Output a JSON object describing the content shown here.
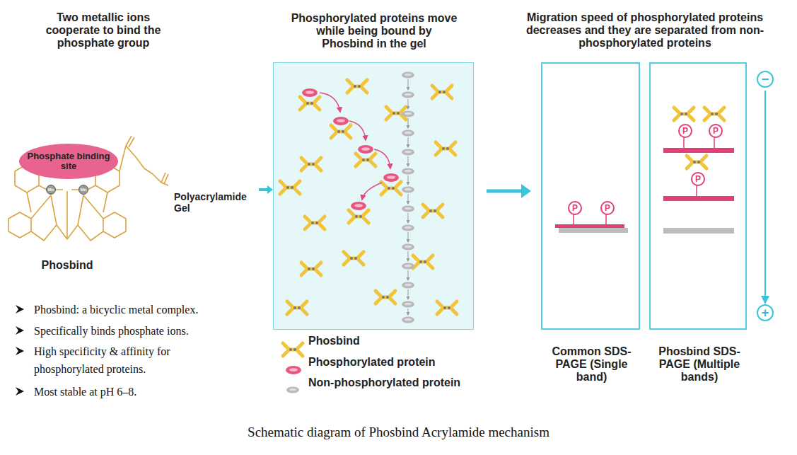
{
  "diagram": {
    "caption": "Schematic diagram of Phosbind Acrylamide mechanism",
    "nodes": [
      {
        "text": [
          "Phosphate binding site"
        ]
      },
      {
        "text": [
          "Mn"
        ]
      },
      {
        "text": [
          "Mn"
        ]
      },
      {
        "text": [
          "Phosphorylated proteins move while being bound by Phosbind in the gel"
        ]
      },
      {
        "text": [
          "Common SDS-PAGE (Single band)"
        ]
      },
      {
        "text": [
          "P"
        ],
        "in": 4
      },
      {
        "text": [
          "P"
        ],
        "in": 4
      },
      {
        "text": [
          "Phosbind SDS-PAGE (Multiple bands)"
        ]
      },
      {
        "text": [
          "P"
        ],
        "in": 7
      },
      {
        "text": [
          "P"
        ],
        "in": 7
      },
      {
        "text": [
          "P"
        ],
        "in": 7
      }
    ],
    "edges": [
      {
        "from": 3,
        "to": 4,
        "arrow": "to"
      }
    ],
    "labels": [
      "Two metallic ions cooperate to bind the phosphate group",
      "Migration speed of phosphorylated proteins decreases and they are separated from non-phosphorylated proteins",
      "Phosbind",
      "Polyacrylamide Gel",
      "Phosbind: a bicyclic metal complex.",
      "Specifically binds phosphate ions.",
      "High specificity & affinity for phosphorylated proteins.",
      "Most stable at pH 6–8.",
      "−",
      "+"
    ],
    "legend": [
      {
        "text": "Phosbind"
      },
      {
        "text": "Phosphorylated protein"
      },
      {
        "text": "Non-phosphorylated protein"
      }
    ]
  }
}
